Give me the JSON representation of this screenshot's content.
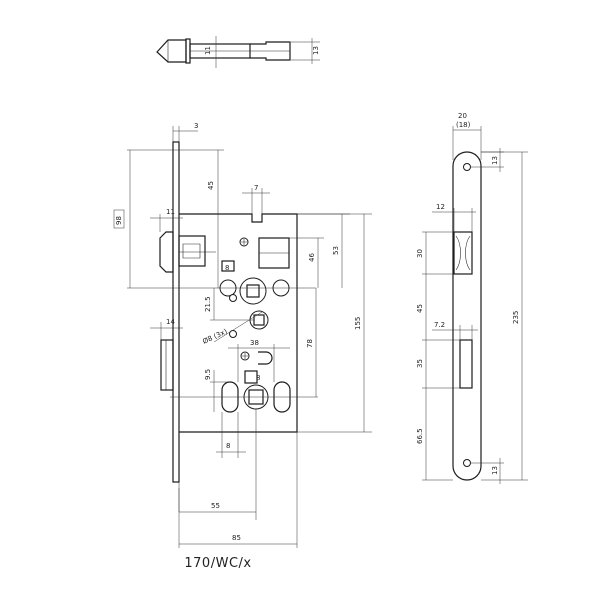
{
  "caption": "170/WC/x",
  "dims": {
    "latch_thickness": "11",
    "latch_height": "13",
    "face_offset": "3",
    "top_to_follower": "45",
    "slot_width": "7",
    "latch_projection": "11",
    "latch_height_side": "98",
    "follower_to_top": "53",
    "follower_to_bolt": "46",
    "spindle_to_thumbturn": "21.5",
    "hole_dia": "Ø8 (3x)",
    "thumbturn_hole_spacing": "38",
    "follower_to_keyhole": "78",
    "case_height": "155",
    "bolt_projection": "14",
    "bolt_offset": "9.5",
    "keyhole_square": "8",
    "slot_spacing": "8",
    "backset": "55",
    "case_depth": "85",
    "plate_width": "20",
    "plate_width_alt": "(18)",
    "plate_top_hole": "13",
    "latch_depth": "12",
    "latch_face_height": "30",
    "latch_to_bolt": "45",
    "bolt_face_width": "7.2",
    "bolt_face_height": "35",
    "bolt_to_bottom": "66.5",
    "plate_height": "235",
    "plate_bottom_hole": "13"
  }
}
